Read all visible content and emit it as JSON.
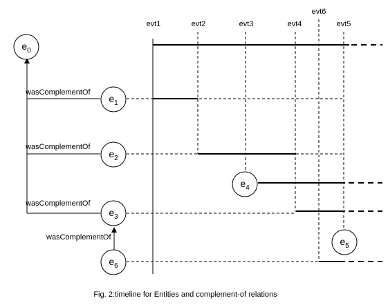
{
  "events": [
    {
      "id": "evt1",
      "label": "evt1"
    },
    {
      "id": "evt2",
      "label": "evt2"
    },
    {
      "id": "evt3",
      "label": "evt3"
    },
    {
      "id": "evt4",
      "label": "evt4"
    },
    {
      "id": "evt6",
      "label": "evt6"
    },
    {
      "id": "evt5",
      "label": "evt5"
    }
  ],
  "entities": [
    {
      "id": "e0",
      "base": "e",
      "sub": "0"
    },
    {
      "id": "e1",
      "base": "e",
      "sub": "1"
    },
    {
      "id": "e2",
      "base": "e",
      "sub": "2"
    },
    {
      "id": "e3",
      "base": "e",
      "sub": "3"
    },
    {
      "id": "e4",
      "base": "e",
      "sub": "4"
    },
    {
      "id": "e5",
      "base": "e",
      "sub": "5"
    },
    {
      "id": "e6",
      "base": "e",
      "sub": "6"
    }
  ],
  "relations": [
    {
      "from": "e1",
      "to": "e0",
      "label": "wasComplementOf"
    },
    {
      "from": "e2",
      "to": "e0",
      "label": "wasComplementOf"
    },
    {
      "from": "e3",
      "to": "e0",
      "label": "wasComplementOf"
    },
    {
      "from": "e6",
      "to": "e3",
      "label": "wasComplementOf"
    }
  ],
  "lifetimes": [
    {
      "entity": "e0",
      "start": "evt1",
      "end": "evt5",
      "continues": true
    },
    {
      "entity": "e1",
      "start": "evt1",
      "end": "evt2",
      "continues": false
    },
    {
      "entity": "e2",
      "start": "evt2",
      "end": "evt4",
      "continues": false
    },
    {
      "entity": "e4",
      "start": "evt3",
      "end": "evt5",
      "continues": true
    },
    {
      "entity": "e3",
      "start": "evt4",
      "end": "evt5",
      "continues": true
    },
    {
      "entity": "e6",
      "start": "evt6",
      "end": "evt5",
      "continues": true
    }
  ],
  "caption": "Fig. 2:timeline for Entities and complement-of relations"
}
